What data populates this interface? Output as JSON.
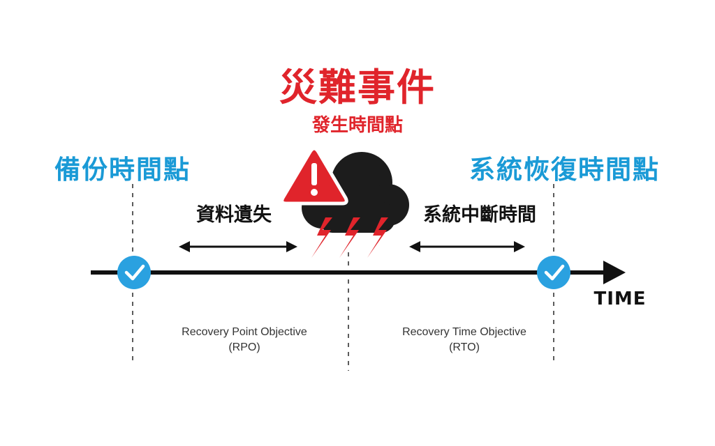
{
  "disaster": {
    "title": "災難事件",
    "subtitle": "發生時間點"
  },
  "backup_point_label": "備份時間點",
  "recovery_point_label": "系統恢復時間點",
  "data_loss_label": "資料遺失",
  "downtime_label": "系統中斷時間",
  "time_axis_label": "TIME",
  "rpo": {
    "label": "Recovery Point Objective",
    "abbr": "(RPO)"
  },
  "rto": {
    "label": "Recovery Time Objective",
    "abbr": "(RTO)"
  },
  "colors": {
    "disaster_red": "#e0242b",
    "accent_blue": "#1a9ad6",
    "check_blue": "#2aa1e0",
    "cloud": "#1c1c1c",
    "axis": "#111111"
  },
  "icons": [
    "warning-icon",
    "storm-cloud-icon",
    "lightning-icon",
    "check-icon",
    "arrow-right-icon"
  ]
}
